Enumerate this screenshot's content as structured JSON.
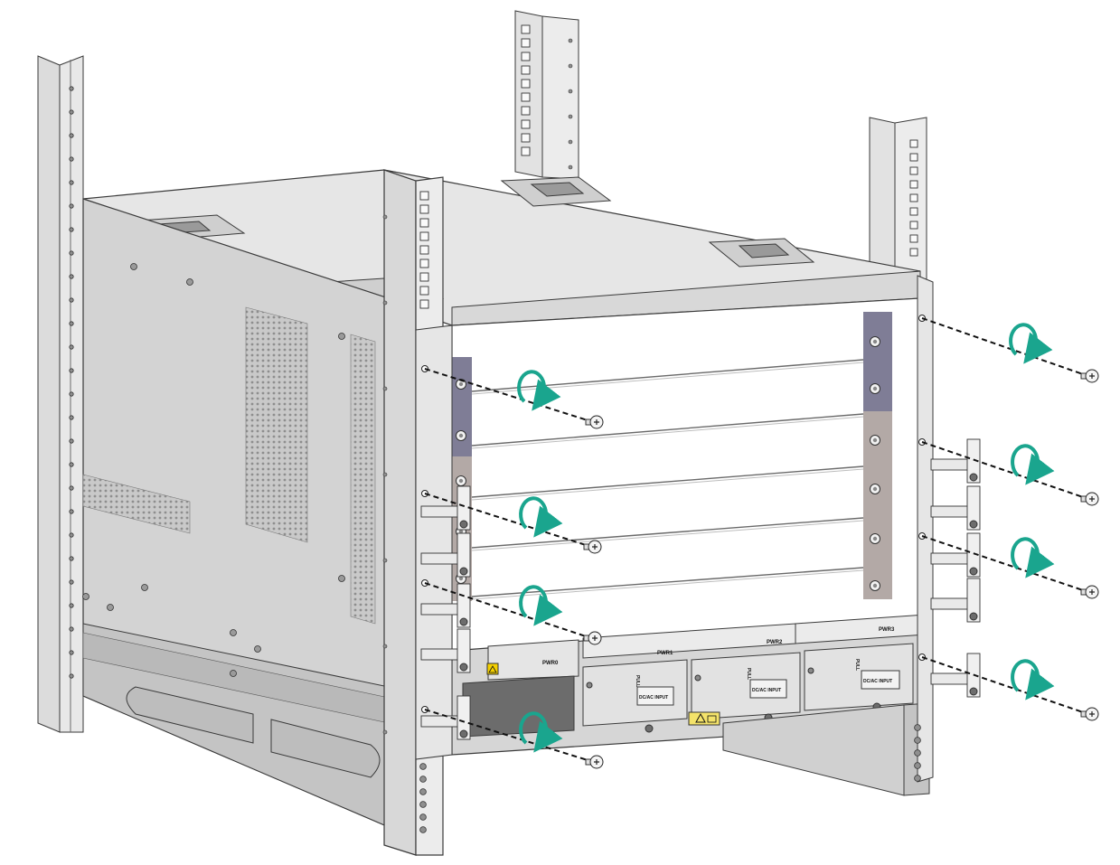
{
  "diagram": {
    "colors": {
      "metal_light": "#e4e4e4",
      "metal_mid": "#cfcfcf",
      "metal_dark": "#b4b4b4",
      "outline": "#3a3a3a",
      "slot_purple": "#7f7d96",
      "slot_brown": "#b3a9a6",
      "arrow_teal": "#1aa58e",
      "dash": "#111111"
    },
    "icons": {
      "rotation": "clockwise-rotation-arrow-icon",
      "screw": "mounting-screw-icon",
      "warning": "warning-triangle-icon"
    },
    "labels": {
      "pwr0": "PWR0",
      "pwr1": "PWR1",
      "pwr2": "PWR2",
      "pwr3": "PWR3",
      "input1": "DC/AC INPUT",
      "input2": "DC/AC INPUT",
      "input3": "DC/AC INPUT",
      "pull1": "PULL",
      "pull2": "PULL",
      "pull3": "PULL"
    }
  }
}
